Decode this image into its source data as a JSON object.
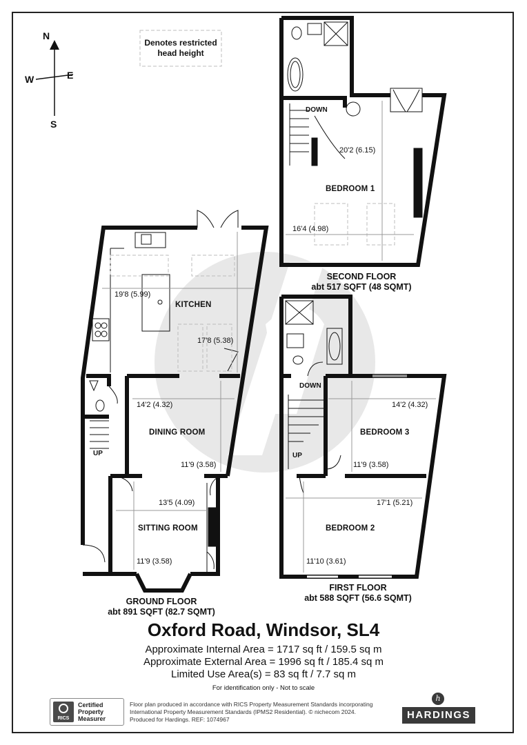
{
  "compass": {
    "n": "N",
    "s": "S",
    "e": "E",
    "w": "W"
  },
  "legend": {
    "line1": "Denotes restricted",
    "line2": "head height"
  },
  "rooms": {
    "kitchen": "KITCHEN",
    "dining_room": "DINING ROOM",
    "sitting_room": "SITTING ROOM",
    "bedroom1": "BEDROOM 1",
    "bedroom2": "BEDROOM 2",
    "bedroom3": "BEDROOM 3"
  },
  "dimensions": {
    "kitchen_w": "19'8 (5.99)",
    "kitchen_l": "17'8 (5.38)",
    "dining_w": "14'2 (4.32)",
    "dining_l": "11'9 (3.58)",
    "sitting_w": "13'5 (4.09)",
    "sitting_l": "11'9 (3.58)",
    "bed1_l": "20'2 (6.15)",
    "bed1_w": "16'4 (4.98)",
    "bed3_w": "14'2 (4.32)",
    "bed3_l": "11'9 (3.58)",
    "bed2_w": "17'1 (5.21)",
    "bed2_l": "11'10 (3.61)"
  },
  "stairs": {
    "up_ground": "UP",
    "down_second": "DOWN",
    "down_first": "DOWN",
    "up_first": "UP"
  },
  "floors": {
    "ground": {
      "name": "GROUND FLOOR",
      "area": "abt 891 SQFT (82.7 SQMT)"
    },
    "first": {
      "name": "FIRST FLOOR",
      "area": "abt 588 SQFT (56.6 SQMT)"
    },
    "second": {
      "name": "SECOND FLOOR",
      "area": "abt 517 SQFT (48 SQMT)"
    }
  },
  "title": "Oxford Road, Windsor, SL4",
  "areas": {
    "internal": "Approximate Internal Area = 1717 sq ft / 159.5 sq m",
    "external": "Approximate External Area = 1996 sq ft / 185.4 sq m",
    "limited": "Limited Use Area(s) = 83 sq ft / 7.7 sq m"
  },
  "disclaimer": "For identification only - Not to scale",
  "footer": {
    "line1": "Floor plan produced in accordance with RICS Property Measurement Standards incorporating",
    "line2": "International Property Measurement Standards (IPMS2 Residential).  © nichecom 2024.",
    "line3": "Produced for Hardings.   REF: 1074967"
  },
  "rics": {
    "logo": "RICS",
    "line1": "Certified",
    "line2": "Property",
    "line3": "Measurer"
  },
  "brand": {
    "name": "HARDINGS",
    "mark": "h"
  },
  "colors": {
    "wall": "#111111",
    "watermark": "#e6e6e6",
    "dashed": "#bdbdbd",
    "dim": "#999999"
  }
}
